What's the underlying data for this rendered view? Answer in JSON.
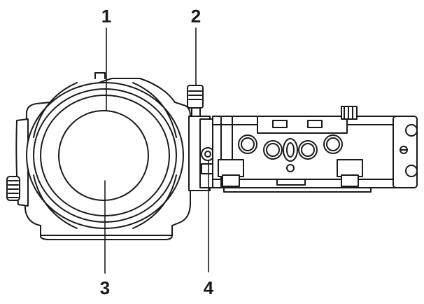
{
  "callouts": [
    {
      "id": "1",
      "label": "1"
    },
    {
      "id": "2",
      "label": "2"
    },
    {
      "id": "3",
      "label": "3"
    },
    {
      "id": "4",
      "label": "4"
    }
  ],
  "colors": {
    "stroke": "#1a1a1a",
    "fill": "#ffffff",
    "shade": "#cfcfcf",
    "text": "#1a1a1a"
  }
}
